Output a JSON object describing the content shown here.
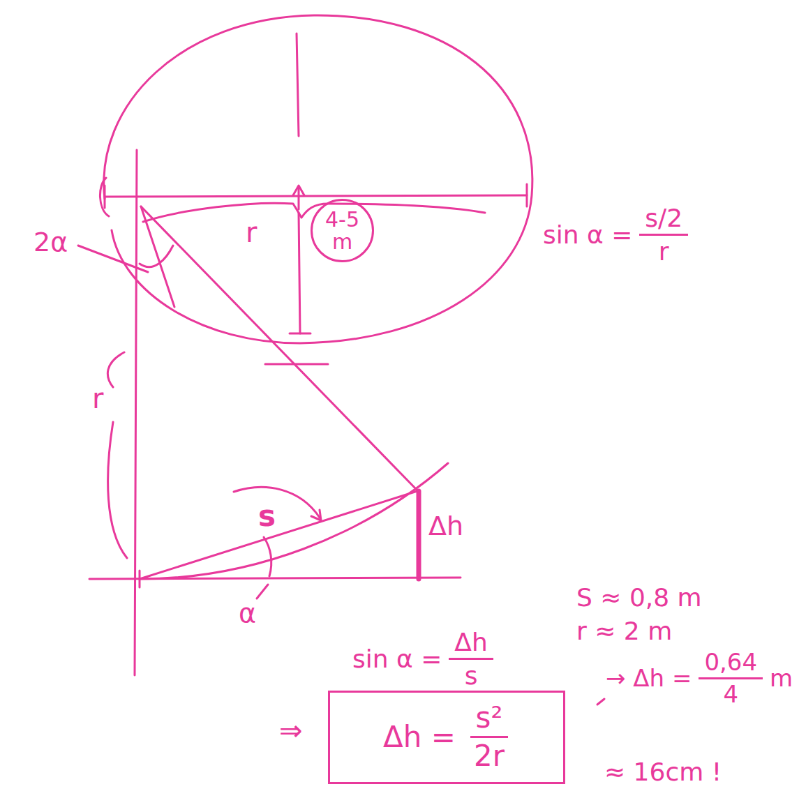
{
  "diagram": {
    "nodes": [
      {
        "text": [
          "4-5 m"
        ]
      },
      {
        "text": [
          "Δh =",
          "s²",
          "2r"
        ]
      }
    ],
    "labels": [
      "2α",
      "r",
      "r",
      "sin α =",
      "s/2",
      "r",
      "s",
      "Δh",
      "α",
      "sin α =",
      "Δh",
      "s",
      "⇒",
      "S ≈ 0,8 m",
      "r ≈ 2 m",
      "→ Δh =",
      "0,64",
      "4",
      "m",
      "≈ 16cm !"
    ]
  }
}
